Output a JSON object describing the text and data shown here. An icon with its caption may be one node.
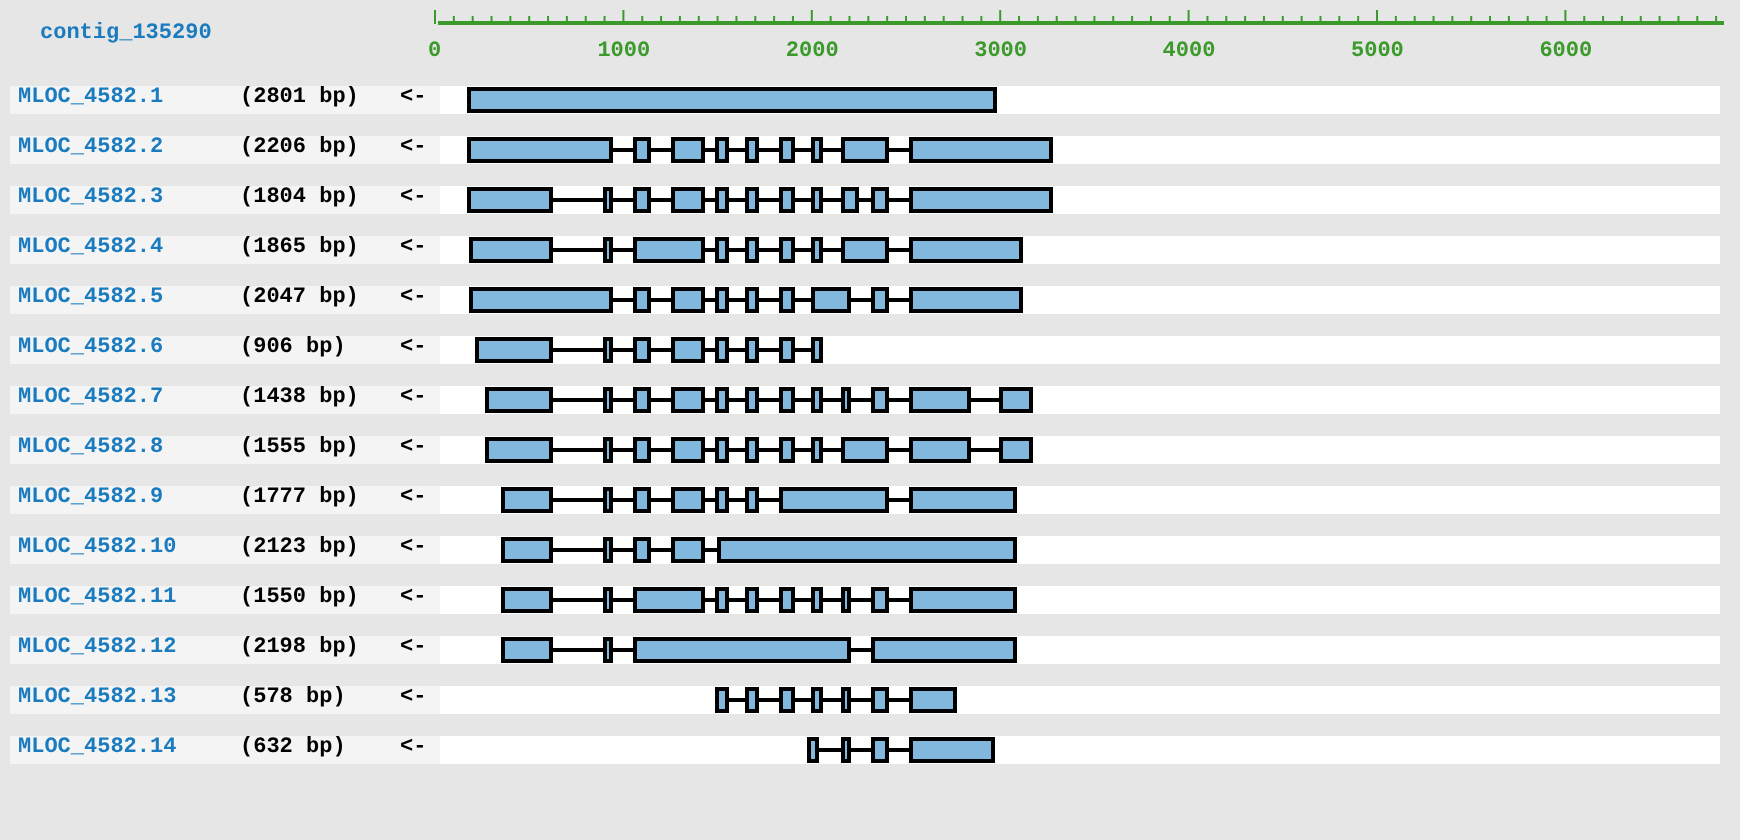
{
  "diagram": {
    "labels": [
      "contig_135290",
      "0",
      "1000",
      "2000",
      "3000",
      "4000",
      "5000",
      "6000",
      "MLOC_4582.1",
      "(2801 bp)",
      "<-",
      "MLOC_4582.2",
      "(2206 bp)",
      "<-",
      "MLOC_4582.3",
      "(1804 bp)",
      "<-",
      "MLOC_4582.4",
      "(1865 bp)",
      "<-",
      "MLOC_4582.5",
      "(2047 bp)",
      "<-",
      "MLOC_4582.6",
      "(906 bp)",
      "<-",
      "MLOC_4582.7",
      "(1438 bp)",
      "<-",
      "MLOC_4582.8",
      "(1555 bp)",
      "<-",
      "MLOC_4582.9",
      "(1777 bp)",
      "<-",
      "MLOC_4582.10",
      "(2123 bp)",
      "<-",
      "MLOC_4582.11",
      "(1550 bp)",
      "<-",
      "MLOC_4582.12",
      "(2198 bp)",
      "<-",
      "MLOC_4582.13",
      "(578 bp)",
      "<-",
      "MLOC_4582.14",
      "(632 bp)",
      "<-"
    ]
  }
}
